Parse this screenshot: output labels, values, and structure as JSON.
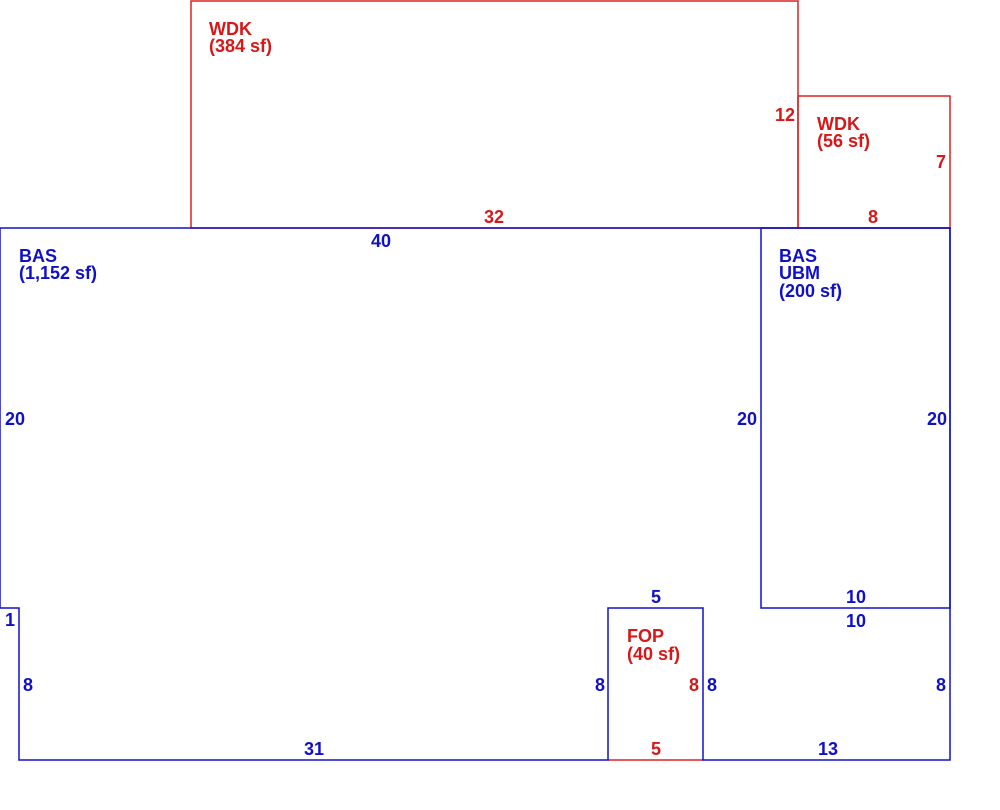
{
  "colors": {
    "bas": "#1010c8",
    "addon": "#d81818"
  },
  "areas": {
    "wdk_large": {
      "code": "WDK",
      "area": "(384 sf)"
    },
    "wdk_small": {
      "code": "WDK",
      "area": "(56 sf)"
    },
    "bas_main": {
      "code": "BAS",
      "area": "(1,152 sf)"
    },
    "bas_ubm": {
      "code": "BAS",
      "sub": "UBM",
      "area": "(200 sf)"
    },
    "fop": {
      "code": "FOP",
      "area": "(40 sf)"
    }
  },
  "dims": {
    "wdk_large_side": "12",
    "wdk_large_bottom": "32",
    "wdk_small_side": "7",
    "wdk_small_bottom": "8",
    "bas_top": "40",
    "bas_left": "20",
    "bas_left_step": "1",
    "bas_left_lower": "8",
    "bas_bottom_left": "31",
    "ubm_left": "20",
    "ubm_right": "20",
    "ubm_bottom": "10",
    "lower_right_top": "10",
    "lower_right_side": "8",
    "lower_right_bottom": "13",
    "fop_top": "5",
    "fop_left": "8",
    "fop_right_red": "8",
    "fop_right_blue": "8",
    "fop_bottom": "5"
  }
}
